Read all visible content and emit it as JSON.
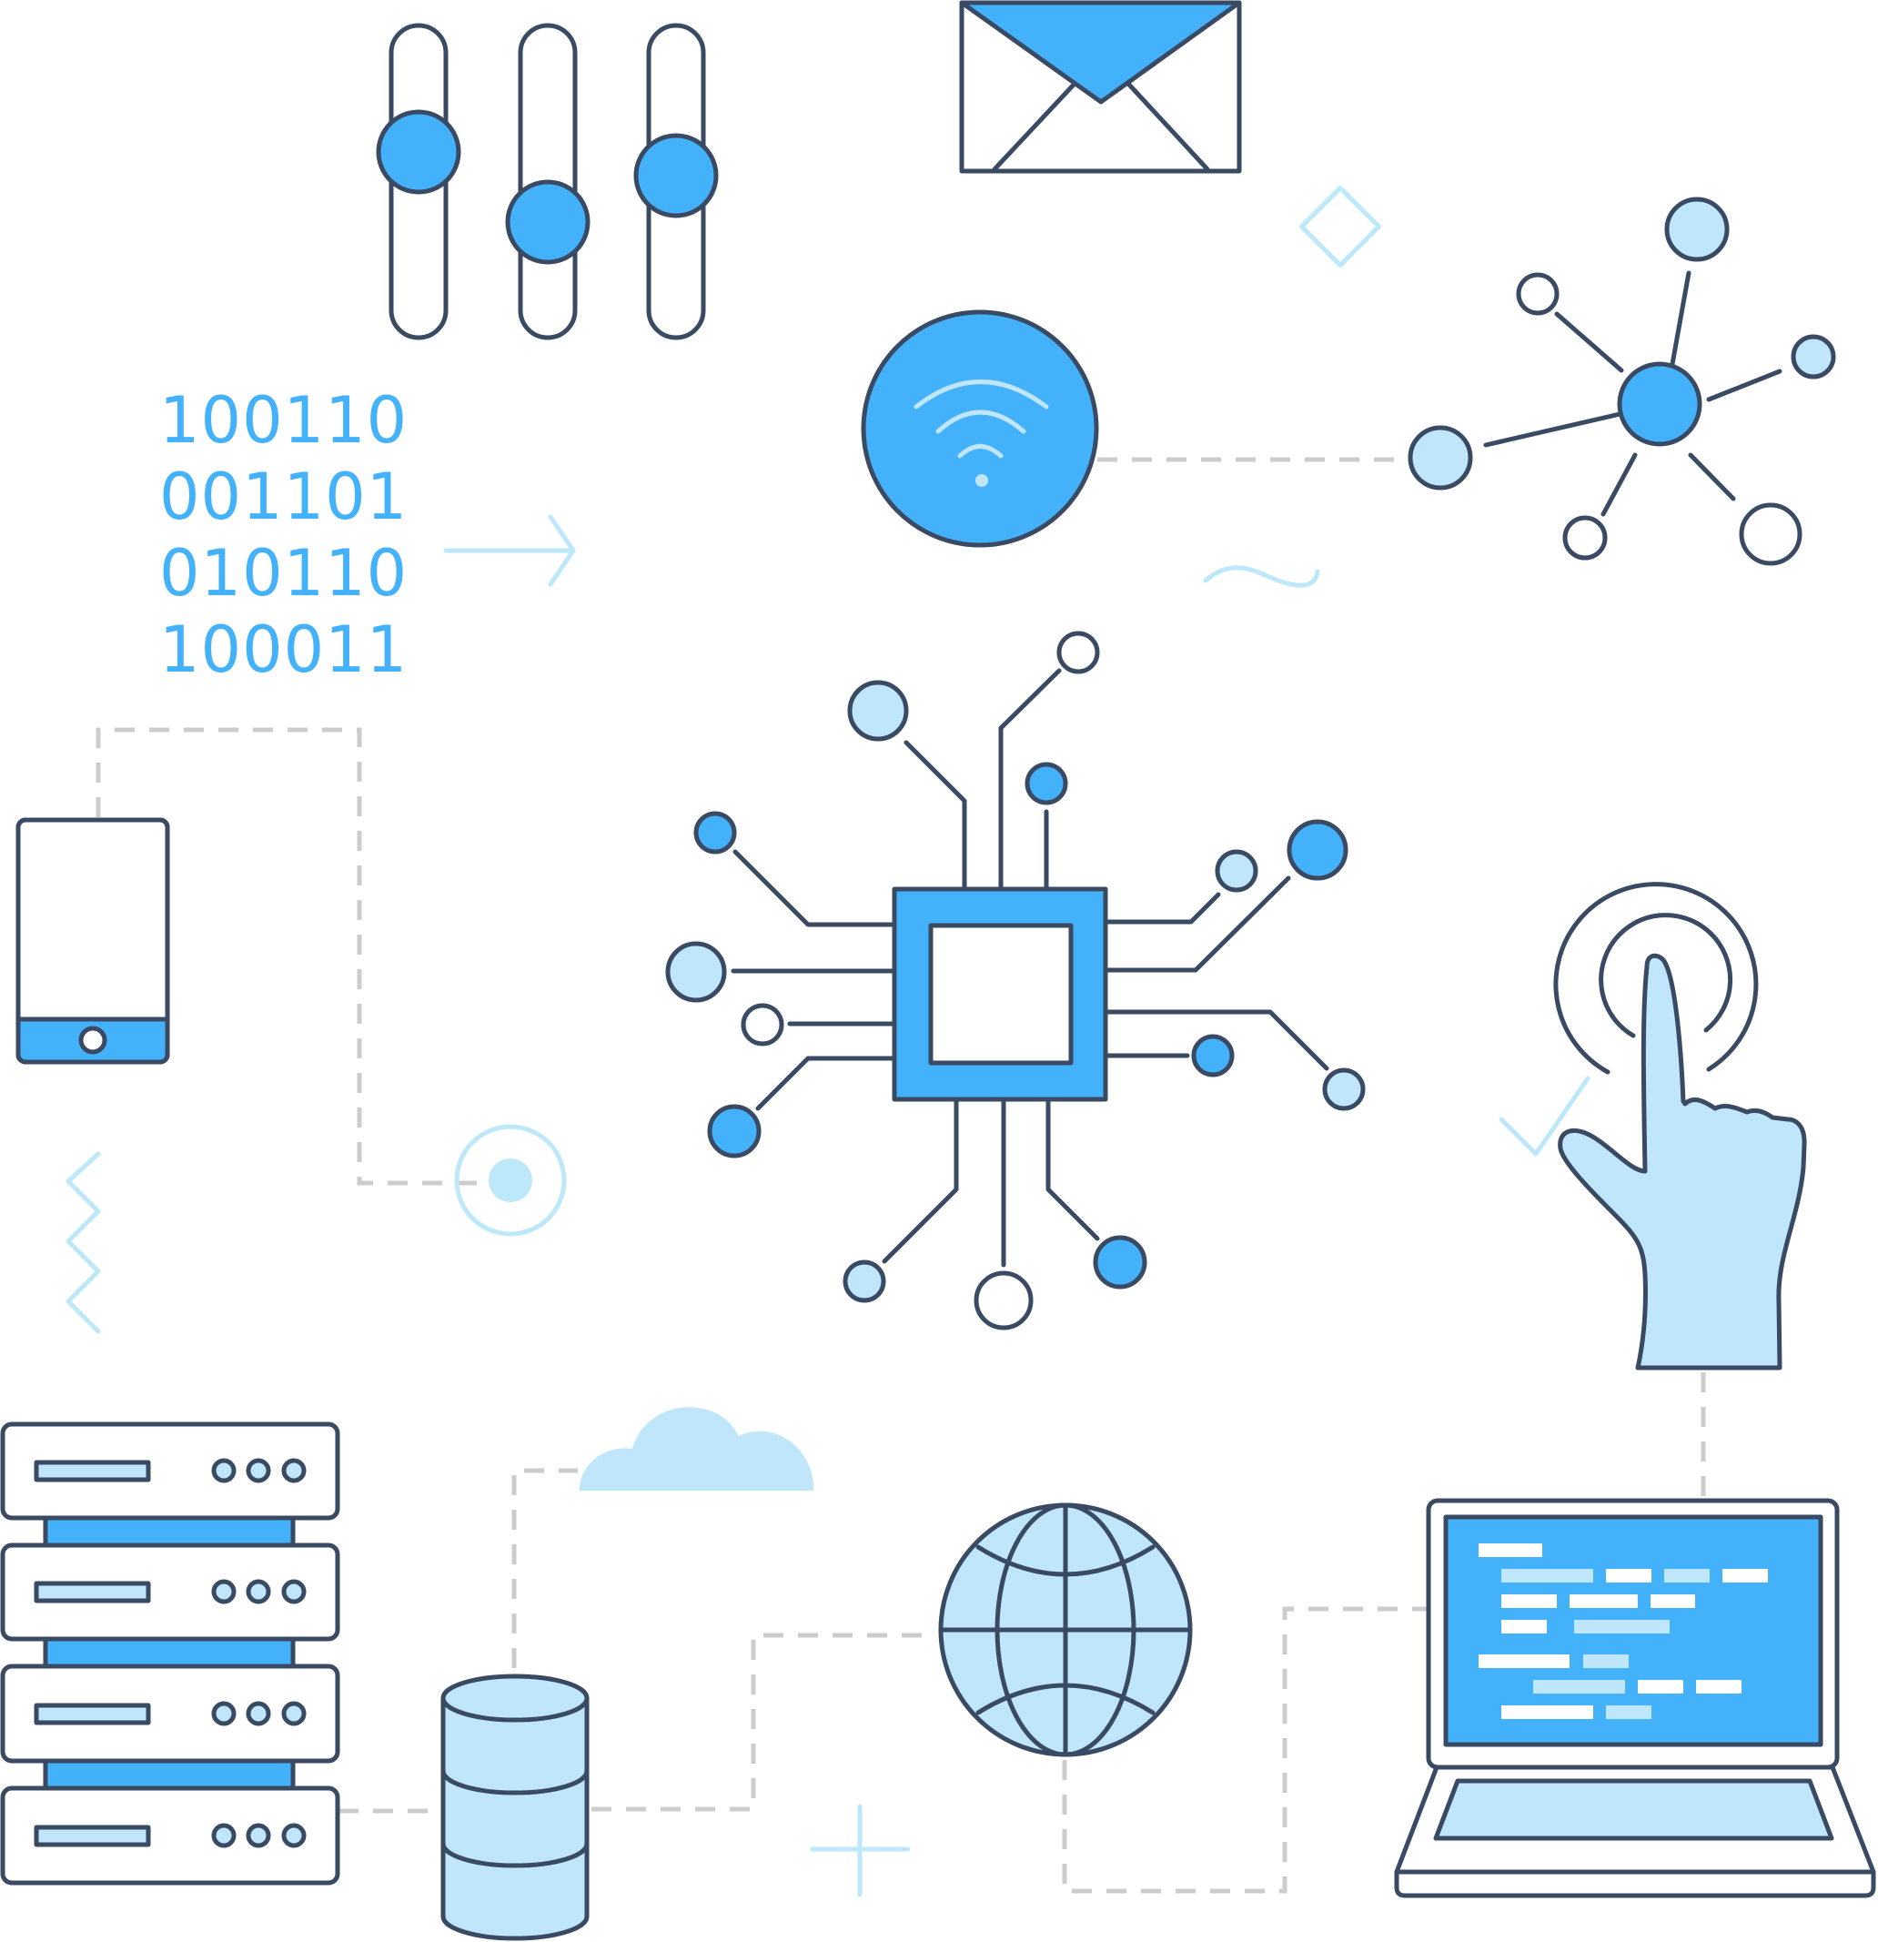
{
  "colors": {
    "outline": "#3a4a63",
    "primary_blue": "#44b1fb",
    "light_blue": "#bfe6fb",
    "pale_blue": "#bde8fa",
    "dash_gray": "#cccccc",
    "code_white": "#ffffff",
    "code_light": "#bfe6fb",
    "background": "#ffffff"
  },
  "binary_text": {
    "lines": [
      "100110",
      "001101",
      "010110",
      "100011"
    ],
    "color": "#44b1fb"
  },
  "icons": {
    "sliders": "sliders-icon",
    "mail": "envelope-icon",
    "wifi": "wifi-icon",
    "network": "network-nodes-icon",
    "tablet": "tablet-icon",
    "target": "target-icon",
    "chip": "circuit-chip-icon",
    "touch": "hand-touch-icon",
    "servers": "server-rack-icon",
    "database": "database-icon",
    "cloud": "cloud-icon",
    "globe": "globe-icon",
    "laptop": "laptop-code-icon"
  },
  "decorations": {
    "arrow": "arrow-right-icon",
    "tilde": "tilde-icon",
    "diamond": "diamond-icon",
    "checkmark": "check-icon",
    "zigzag": "zigzag-icon",
    "plus": "plus-icon"
  }
}
